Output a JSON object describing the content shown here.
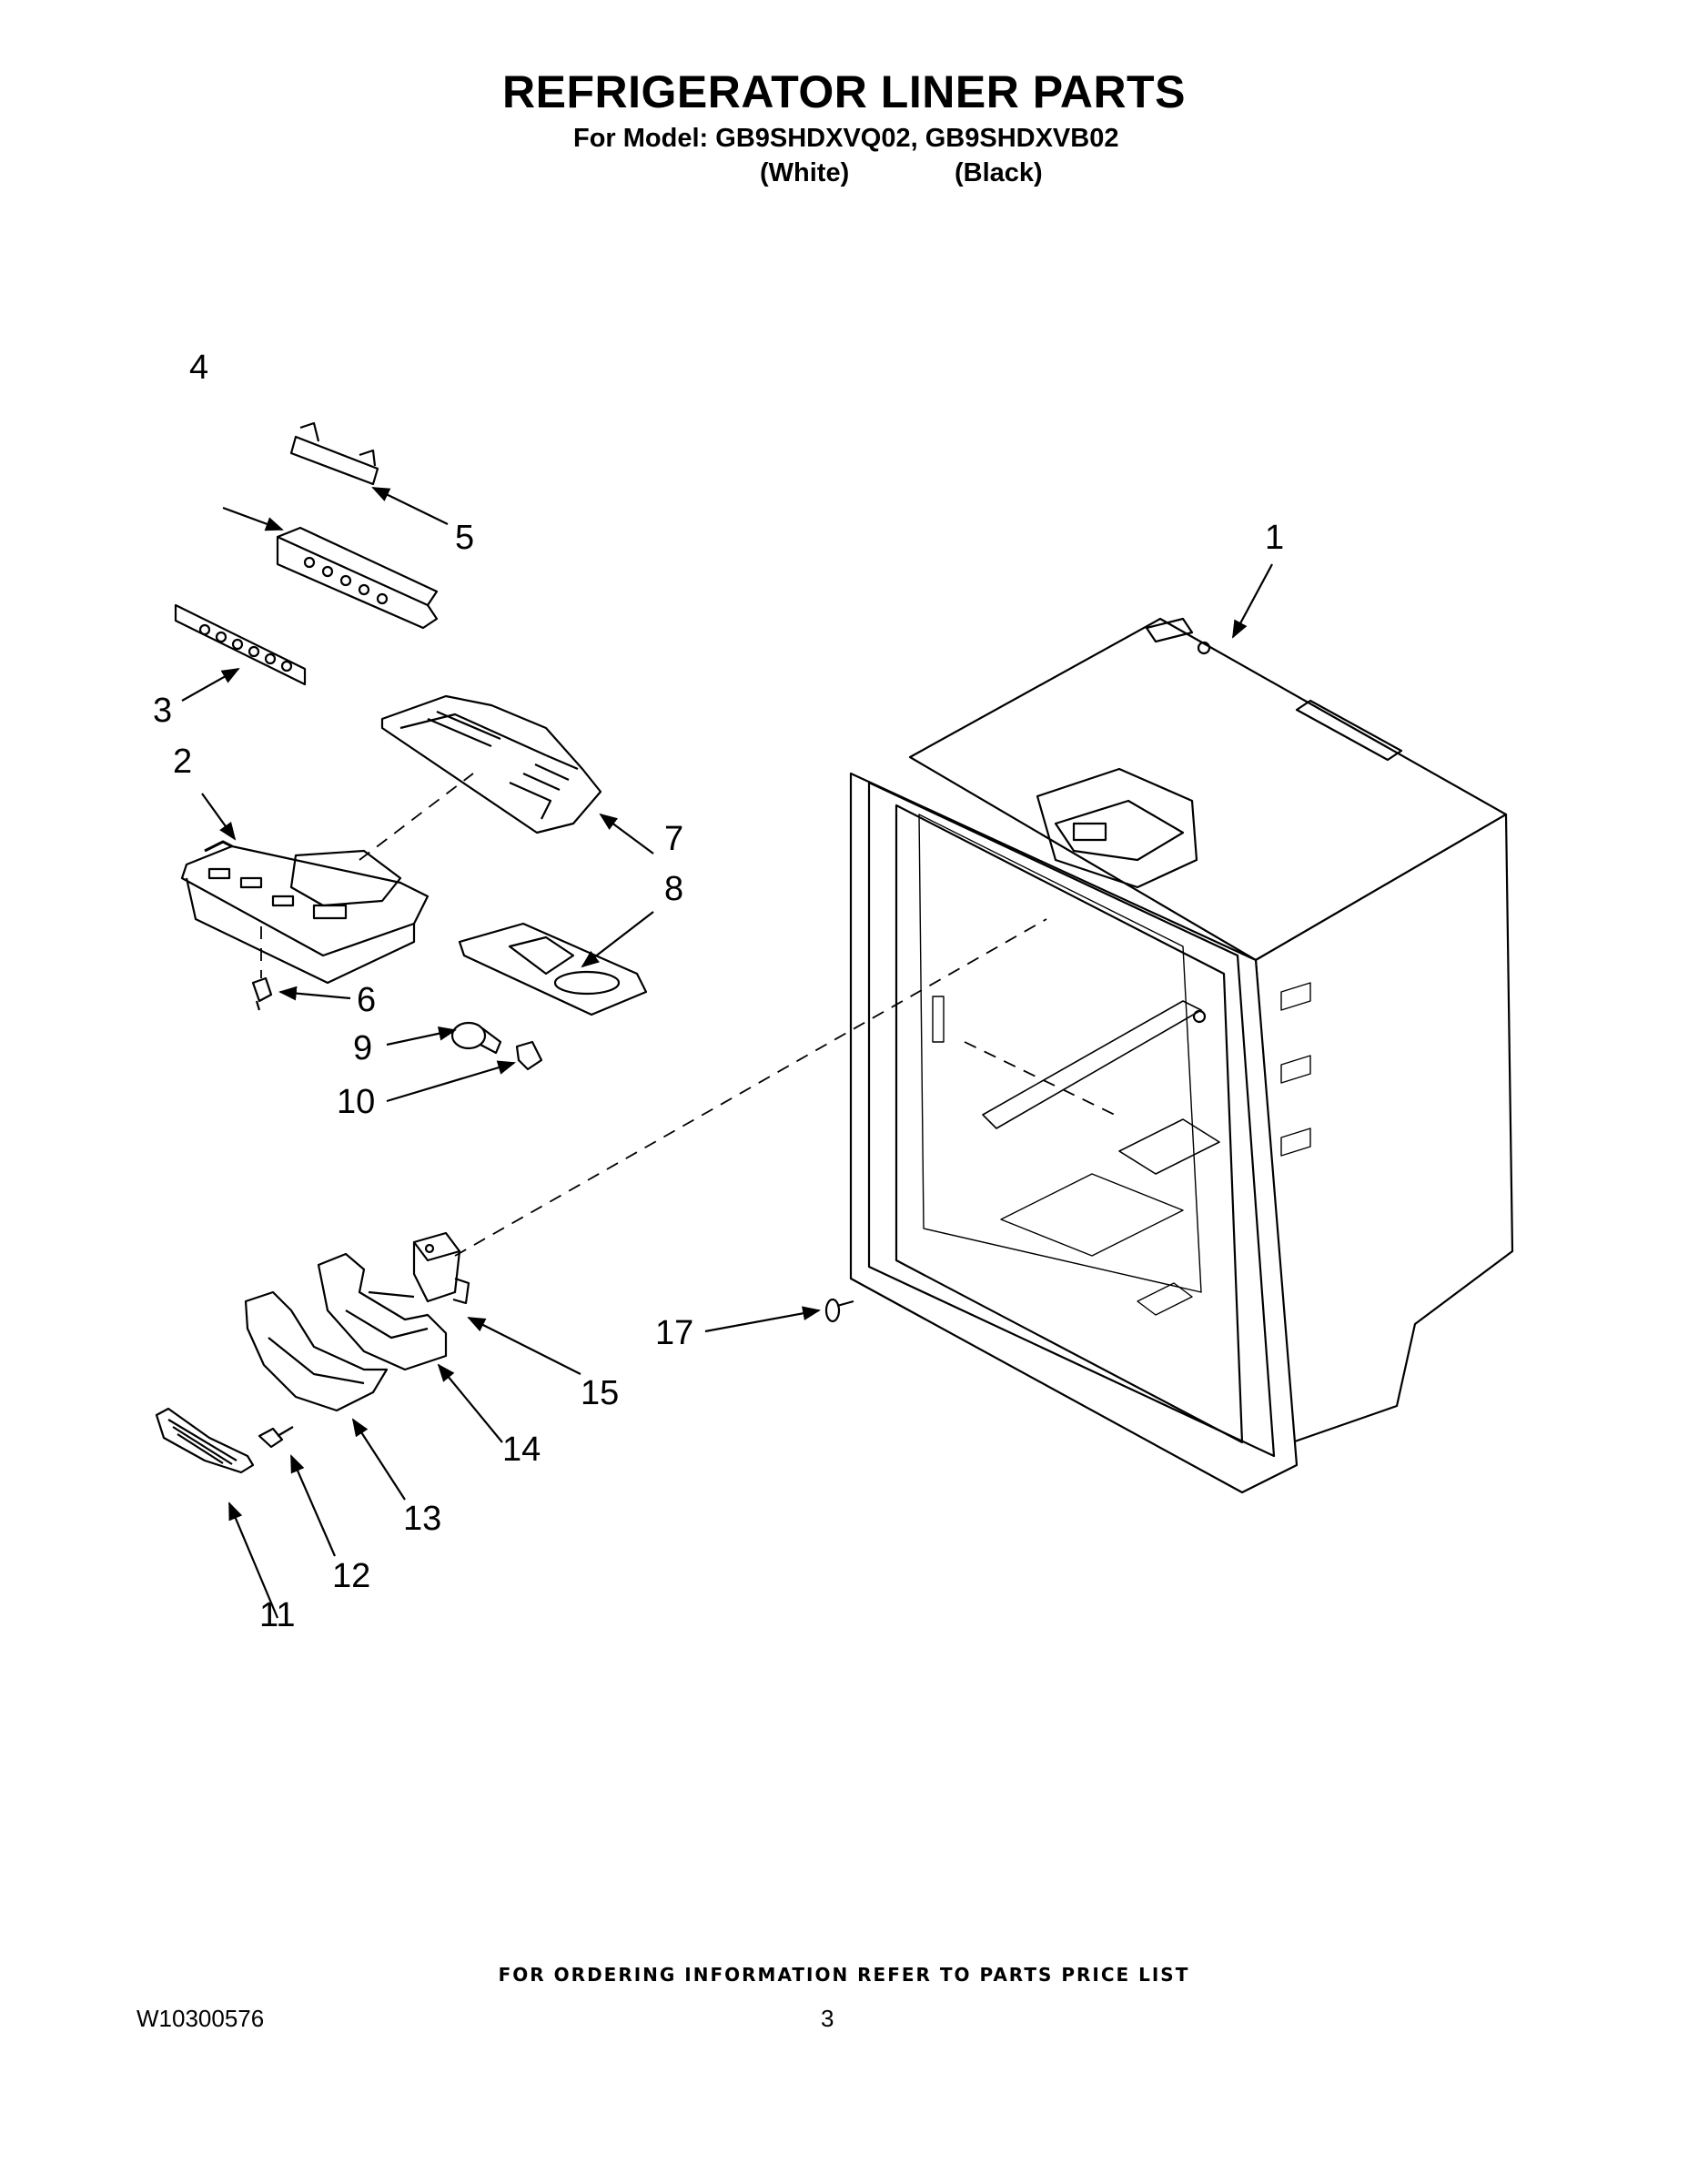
{
  "header": {
    "title": "REFRIGERATOR LINER PARTS",
    "model_line": "For Model: GB9SHDXVQ02, GB9SHDXVB02",
    "variant_white": "(White)",
    "variant_black": "(Black)"
  },
  "callouts": [
    {
      "id": "1",
      "label": "1"
    },
    {
      "id": "2",
      "label": "2"
    },
    {
      "id": "3",
      "label": "3"
    },
    {
      "id": "4",
      "label": "4"
    },
    {
      "id": "5",
      "label": "5"
    },
    {
      "id": "6",
      "label": "6"
    },
    {
      "id": "7",
      "label": "7"
    },
    {
      "id": "8",
      "label": "8"
    },
    {
      "id": "9",
      "label": "9"
    },
    {
      "id": "10",
      "label": "10"
    },
    {
      "id": "11",
      "label": "11"
    },
    {
      "id": "12",
      "label": "12"
    },
    {
      "id": "13",
      "label": "13"
    },
    {
      "id": "14",
      "label": "14"
    },
    {
      "id": "15",
      "label": "15"
    },
    {
      "id": "17",
      "label": "17"
    }
  ],
  "footer": {
    "ordering_note": "FOR ORDERING INFORMATION REFER TO PARTS PRICE LIST",
    "document_number": "W10300576",
    "page_number": "3"
  }
}
